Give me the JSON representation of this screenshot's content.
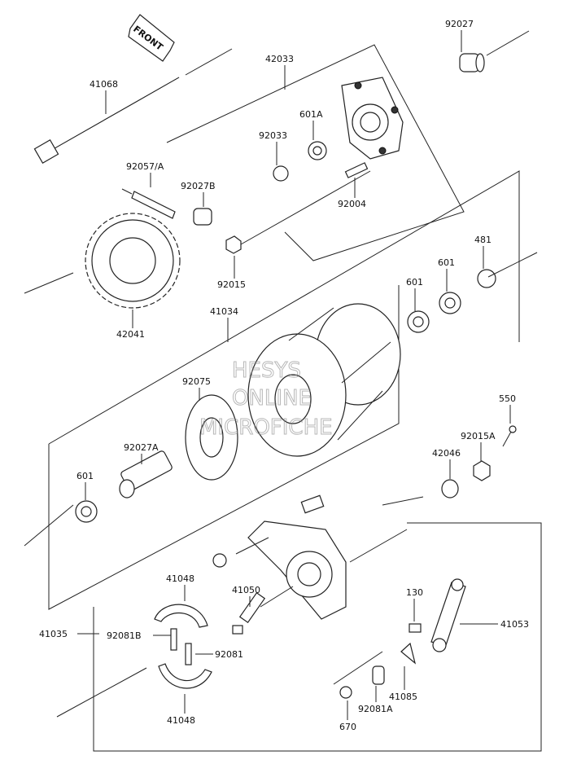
{
  "front_label": "FRONT",
  "parts": {
    "p92027": "92027",
    "p42033": "42033",
    "p41068": "41068",
    "p601A": "601A",
    "p92033": "92033",
    "p92057A": "92057/A",
    "p92027B": "92027B",
    "p92004": "92004",
    "p92015": "92015",
    "p481": "481",
    "p601_top": "601",
    "p601_mid": "601",
    "p42041": "42041",
    "p41034": "41034",
    "p92075": "92075",
    "p550": "550",
    "p92015A": "92015A",
    "p92027A": "92027A",
    "p42046": "42046",
    "p601_left": "601",
    "p41048_top": "41048",
    "p41050": "41050",
    "p130": "130",
    "p41053": "41053",
    "p41035": "41035",
    "p92081B": "92081B",
    "p92081": "92081",
    "p41085": "41085",
    "p92081A": "92081A",
    "p41048_bot": "41048",
    "p670": "670"
  },
  "watermark": {
    "line1": "HESYS",
    "line2": "ONLINE",
    "line3": "MICROFICHE"
  }
}
